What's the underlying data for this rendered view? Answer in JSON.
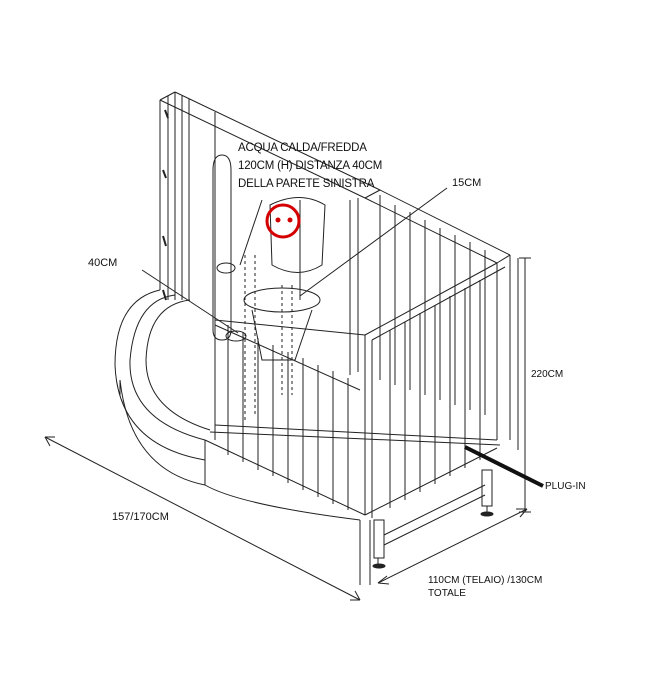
{
  "labels": {
    "note_line1": "ACQUA CALDA/FREDDA",
    "note_line2": "120CM (H) DISTANZA 40CM",
    "note_line3": "DELLA PARETE SINISTRA",
    "dim_15": "15CM",
    "dim_40": "40CM",
    "dim_220": "220CM",
    "plug_in": "PLUG-IN",
    "dim_157": "157/170CM",
    "dim_110": "110CM (TELAIO) /130CM",
    "dim_totale": "TOTALE"
  },
  "colors": {
    "line": "#222222",
    "highlight": "#d40000",
    "plug_bar": "#111111"
  },
  "icons": {
    "tap": "hot-cold-tap-icon",
    "mirror": "mirror-icon"
  }
}
